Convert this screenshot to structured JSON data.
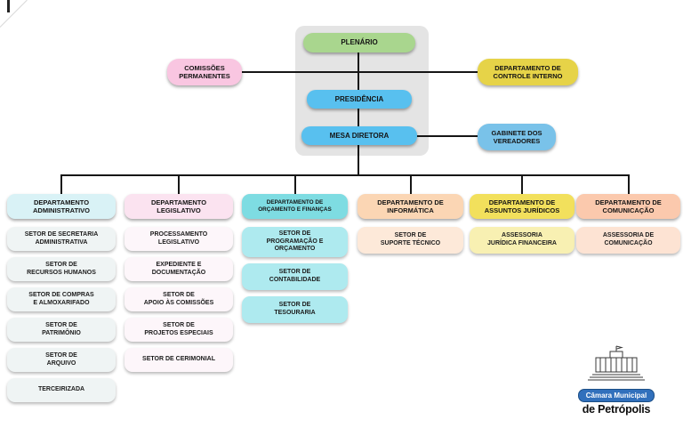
{
  "hierarchy": {
    "plenario": {
      "label": "PLENÁRIO",
      "color": "#a9d68e"
    },
    "comissoes": {
      "label": "COMISSÕES\nPERMANENTES",
      "color": "#f9c6e1"
    },
    "controle_interno": {
      "label": "DEPARTAMENTO DE\nCONTROLE INTERNO",
      "color": "#e6d348"
    },
    "presidencia": {
      "label": "PRESIDÊNCIA",
      "color": "#58c0ef"
    },
    "mesa_diretora": {
      "label": "MESA DIRETORA",
      "color": "#58c0ef"
    },
    "gabinete": {
      "label": "GABINETE DOS\nVEREADORES",
      "color": "#79c2e9"
    }
  },
  "departments": [
    {
      "label": "DEPARTAMENTO\nADMINISTRATIVO",
      "header_color": "#d9f2f6",
      "item_color": "#eff4f4",
      "items": [
        "SETOR DE SECRETARIA\nADMINISTRATIVA",
        "SETOR DE\nRECURSOS HUMANOS",
        "SETOR DE COMPRAS\nE ALMOXARIFADO",
        "SETOR DE\nPATRIMÔNIO",
        "SETOR DE\nARQUIVO",
        "TERCEIRIZADA"
      ]
    },
    {
      "label": "DEPARTAMENTO\nLEGISLATIVO",
      "header_color": "#fbe3f0",
      "item_color": "#fdf6fa",
      "items": [
        "PROCESSAMENTO\nLEGISLATIVO",
        "EXPEDIENTE E\nDOCUMENTAÇÃO",
        "SETOR DE\nAPOIO ÀS COMISSÕES",
        "SETOR DE\nPROJETOS ESPECIAIS",
        "SETOR DE CERIMONIAL"
      ]
    },
    {
      "label": "DEPARTAMENTO DE\nORÇAMENTO E FINANÇAS",
      "header_color": "#7edce2",
      "item_color": "#aeeaef",
      "items": [
        "SETOR DE\nPROGRAMAÇÃO E\nORÇAMENTO",
        "SETOR DE\nCONTABILIDADE",
        "SETOR DE\nTESOURARIA"
      ]
    },
    {
      "label": "DEPARTAMENTO DE\nINFORMÁTICA",
      "header_color": "#fbd6b4",
      "item_color": "#fde9d9",
      "items": [
        "SETOR DE\nSUPORTE TÉCNICO"
      ]
    },
    {
      "label": "DEPARTAMENTO DE\nASSUNTOS JURÍDICOS",
      "header_color": "#f2e05c",
      "item_color": "#f8f0b2",
      "items": [
        "ASSESSORIA\nJURÍDICA FINANCEIRA"
      ]
    },
    {
      "label": "DEPARTAMENTO DE\nCOMUNICAÇÃO",
      "header_color": "#fbc9ad",
      "item_color": "#fde3d3",
      "items": [
        "ASSESSORIA DE\nCOMUNICAÇÃO"
      ]
    }
  ],
  "logo": {
    "name": "Câmara Municipal",
    "name2": "de Petrópolis",
    "pill_color": "#3170bc"
  }
}
